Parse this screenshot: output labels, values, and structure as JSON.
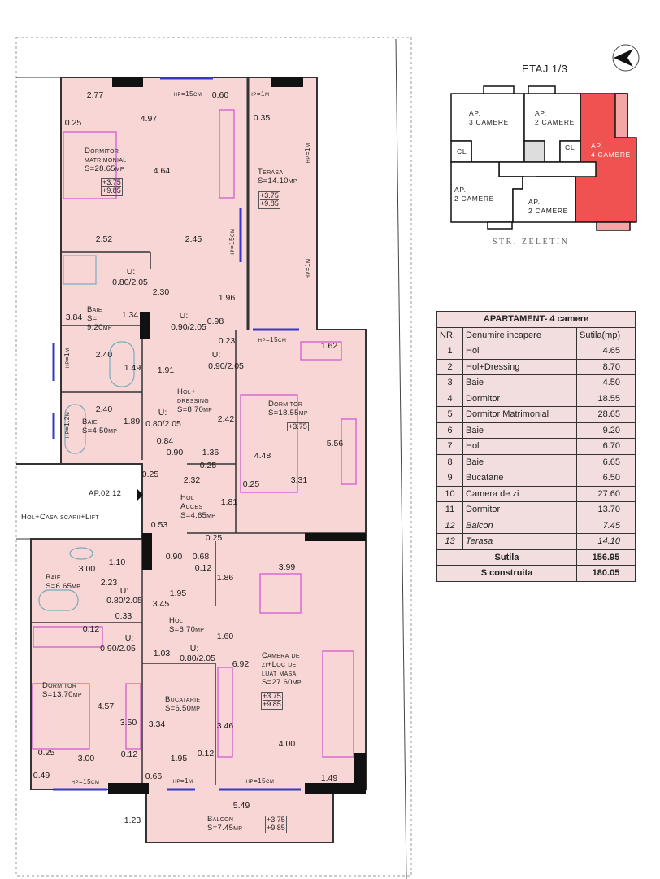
{
  "key_plan": {
    "title": "ETAJ 1/3",
    "street": "STR. ZELETIN",
    "units": [
      {
        "line1": "AP.",
        "line2": "3 CAMERE"
      },
      {
        "line1": "AP.",
        "line2": "2 CAMERE"
      },
      {
        "line1": "AP.",
        "line2": "4 CAMERE"
      },
      {
        "line1": "AP.",
        "line2": "2 CAMERE"
      },
      {
        "line1": "AP.",
        "line2": "2 CAMERE"
      }
    ],
    "closets": [
      "CL",
      "CL"
    ],
    "compass": "N",
    "highlight_color": "#f05252"
  },
  "table": {
    "title": "APARTAMENT- 4 camere",
    "headers": [
      "NR.",
      "Denumire incapere",
      "Sutila(mp)"
    ],
    "rows": [
      {
        "nr": "1",
        "name": "Hol",
        "area": "4.65"
      },
      {
        "nr": "2",
        "name": "Hol+Dressing",
        "area": "8.70"
      },
      {
        "nr": "3",
        "name": "Baie",
        "area": "4.50"
      },
      {
        "nr": "4",
        "name": "Dormitor",
        "area": "18.55"
      },
      {
        "nr": "5",
        "name": "Dormitor Matrimonial",
        "area": "28.65"
      },
      {
        "nr": "6",
        "name": "Baie",
        "area": "9.20"
      },
      {
        "nr": "7",
        "name": "Hol",
        "area": "6.70"
      },
      {
        "nr": "8",
        "name": "Baie",
        "area": "6.65"
      },
      {
        "nr": "9",
        "name": "Bucatarie",
        "area": "6.50"
      },
      {
        "nr": "10",
        "name": "Camera de zi",
        "area": "27.60"
      },
      {
        "nr": "11",
        "name": "Dormitor",
        "area": "13.70"
      },
      {
        "nr": "12",
        "name": "Balcon",
        "area": "7.45"
      },
      {
        "nr": "13",
        "name": "Terasa",
        "area": "14.10"
      }
    ],
    "sutila_label": "Sutila",
    "sutila_value": "156.95",
    "sconstruita_label": "S construita",
    "sconstruita_value": "180.05"
  },
  "plan": {
    "rooms": {
      "dormitor_matrimonial": {
        "l1": "Dormitor",
        "l2": "matrimonial",
        "l3": "S=28.65mp"
      },
      "terasa": {
        "l1": "Terasa",
        "l2": "S=14.10mp"
      },
      "baie_920": {
        "l1": "Baie",
        "l2": "S=",
        "l3": "9.20mp"
      },
      "hol_dressing": {
        "l1": "Hol+",
        "l2": "dressing",
        "l3": "S=8.70mp"
      },
      "dormitor_1855": {
        "l1": "Dormitor",
        "l2": "S=18.55mp"
      },
      "baie_450": {
        "l1": "Baie",
        "l2": "S=4.50mp"
      },
      "hol_acces": {
        "l1": "Hol",
        "l2": "Acces",
        "l3": "S=4.65mp"
      },
      "baie_665": {
        "l1": "Baie",
        "l2": "S=6.65mp"
      },
      "hol_670": {
        "l1": "Hol",
        "l2": "S=6.70mp"
      },
      "camera_zi": {
        "l1": "Camera de",
        "l2": "zi+Loc de",
        "l3": "luat masa",
        "l4": "S=27.60mp"
      },
      "dormitor_1370": {
        "l1": "Dormitor",
        "l2": "S=13.70mp"
      },
      "bucatarie": {
        "l1": "Bucatarie",
        "l2": "S=6.50mp"
      },
      "balcon": {
        "l1": "Balcon",
        "l2": "S=7.45mp"
      }
    },
    "neighbor": {
      "unit": "AP.02.12",
      "common": "Hol+Casa scarii+Lift"
    },
    "elevation": {
      "low": "+3.75",
      "high": "+9.85"
    },
    "hp": {
      "cm15": "hp=15cm",
      "m1": "hp=1m",
      "m12": "hp=1.2m"
    },
    "door": {
      "u": "U:",
      "d080": "0.80/2.05",
      "d090": "0.90/2.05"
    },
    "dims": [
      "2.77",
      "0.60",
      "0.25",
      "4.97",
      "0.35",
      "4.64",
      "2.52",
      "2.45",
      "2.30",
      "1.96",
      "3.84",
      "1.34",
      "0.98",
      "0.23",
      "1.62",
      "2.40",
      "1.49",
      "1.91",
      "2.40",
      "1.89",
      "0.84",
      "0.90",
      "1.36",
      "2.42",
      "4.48",
      "5.56",
      "0.25",
      "0.25",
      "2.32",
      "0.25",
      "3.31",
      "1.81",
      "0.53",
      "0.25",
      "0.90",
      "0.68",
      "0.12",
      "3.99",
      "1.86",
      "1.10",
      "3.00",
      "2.23",
      "3.45",
      "1.95",
      "0.33",
      "0.12",
      "1.60",
      "1.03",
      "6.92",
      "4.57",
      "3.50",
      "3.34",
      "3.46",
      "4.00",
      "0.25",
      "3.00",
      "0.12",
      "1.95",
      "0.12",
      "0.49",
      "0.66",
      "1.49",
      "5.49",
      "1.23"
    ]
  }
}
